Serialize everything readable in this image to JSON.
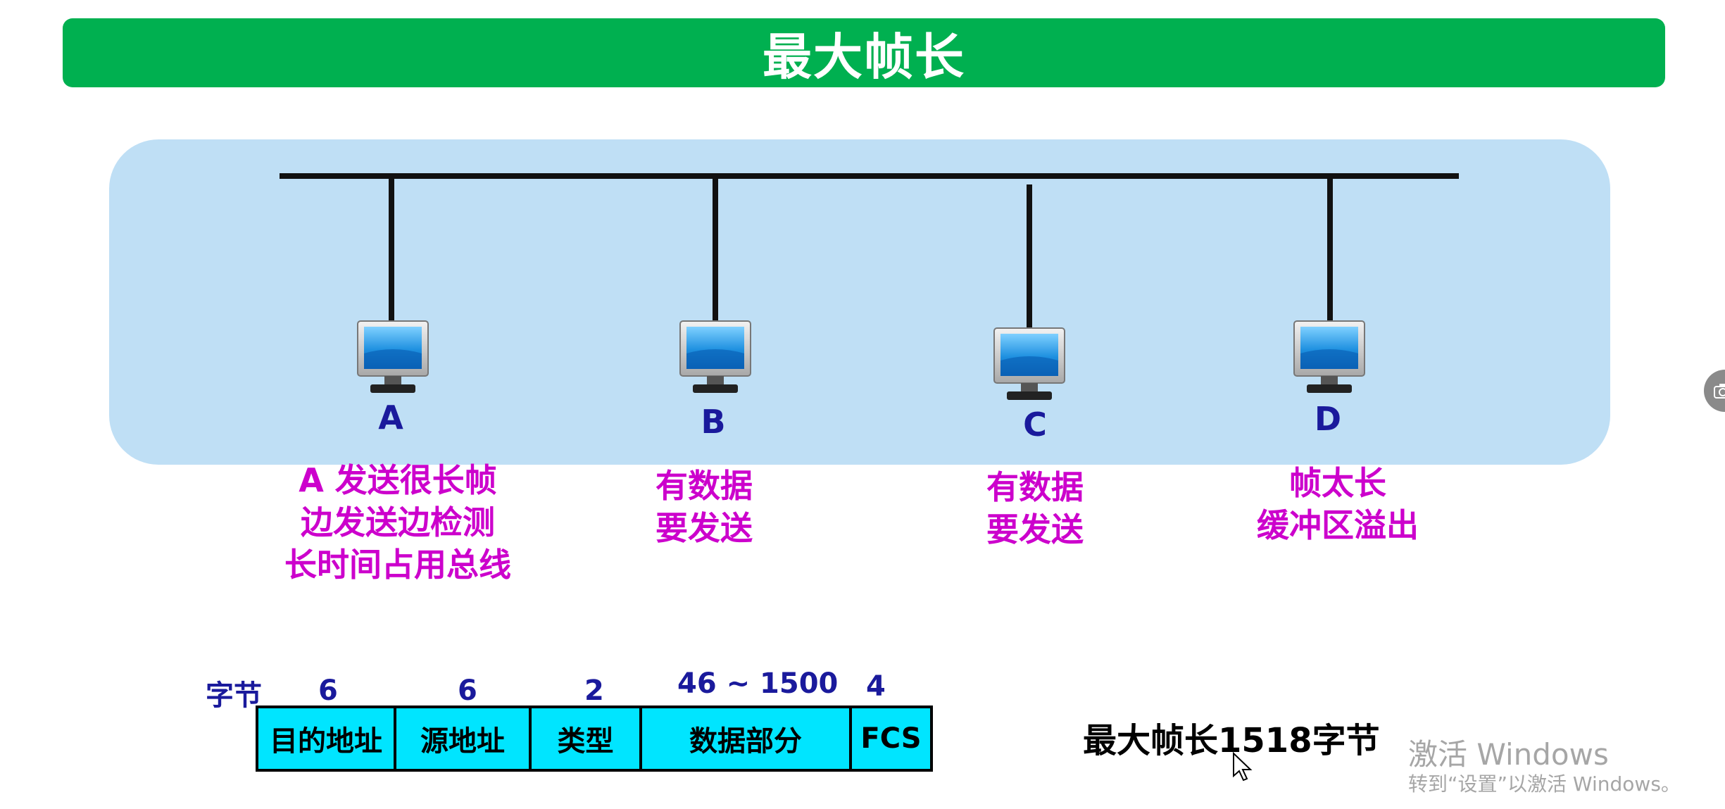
{
  "title": "最大帧长",
  "stations": [
    {
      "label": "A",
      "note": [
        "A 发送很长帧",
        "边发送边检测",
        "长时间占用总线"
      ]
    },
    {
      "label": "B",
      "note": [
        "有数据",
        "要发送"
      ]
    },
    {
      "label": "C",
      "note": [
        "有数据",
        "要发送"
      ]
    },
    {
      "label": "D",
      "note": [
        "帧太长",
        "缓冲区溢出"
      ]
    }
  ],
  "frame_format": {
    "unit_label": "字节",
    "fields": [
      {
        "name": "目的地址",
        "size": "6"
      },
      {
        "name": "源地址",
        "size": "6"
      },
      {
        "name": "类型",
        "size": "2"
      },
      {
        "name": "数据部分",
        "size": "46 ~ 1500"
      },
      {
        "name": "FCS",
        "size": "4"
      }
    ]
  },
  "max_frame_text": "最大帧长1518字节",
  "watermark": {
    "line1": "激活 Windows",
    "line2": "转到“设置”以激活 Windows。"
  },
  "colors": {
    "title_bar": "#00b050",
    "panel": "#bfdff5",
    "note": "#cc00cc",
    "station_label": "#1a1a9c",
    "frame_fill": "#00e5ff"
  },
  "icons": {
    "computer": "computer-icon",
    "cursor": "mouse-cursor-icon",
    "side_button": "camera-icon"
  }
}
